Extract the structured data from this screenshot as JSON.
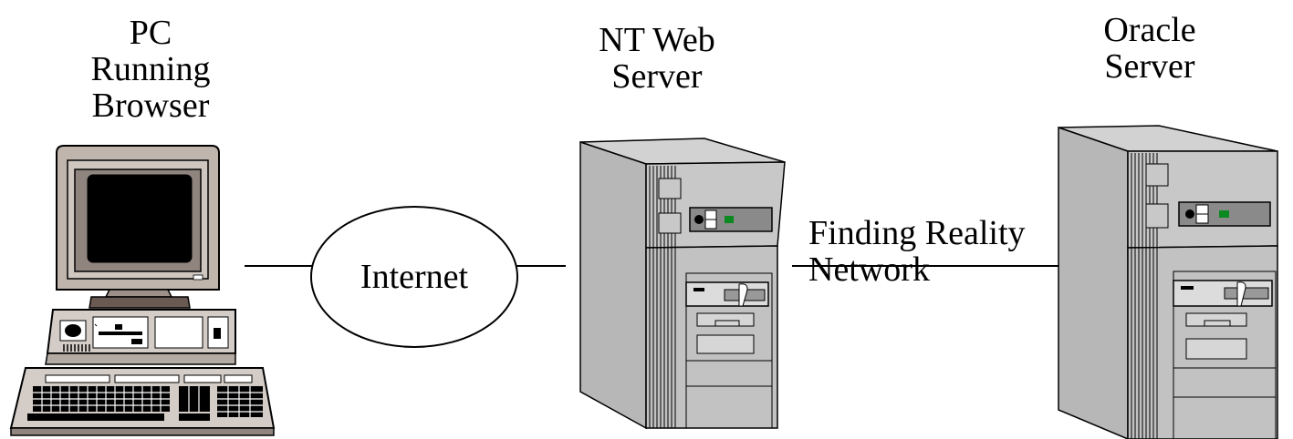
{
  "nodes": {
    "pc": {
      "lines": [
        "PC",
        "Running",
        "Browser"
      ]
    },
    "web_server": {
      "lines": [
        "NT Web",
        "Server"
      ]
    },
    "oracle_server": {
      "lines": [
        "Oracle",
        "Server"
      ]
    },
    "internet": {
      "label": "Internet"
    }
  },
  "links": {
    "finding_reality": {
      "lines": [
        "Finding Reality",
        "Network"
      ]
    }
  }
}
